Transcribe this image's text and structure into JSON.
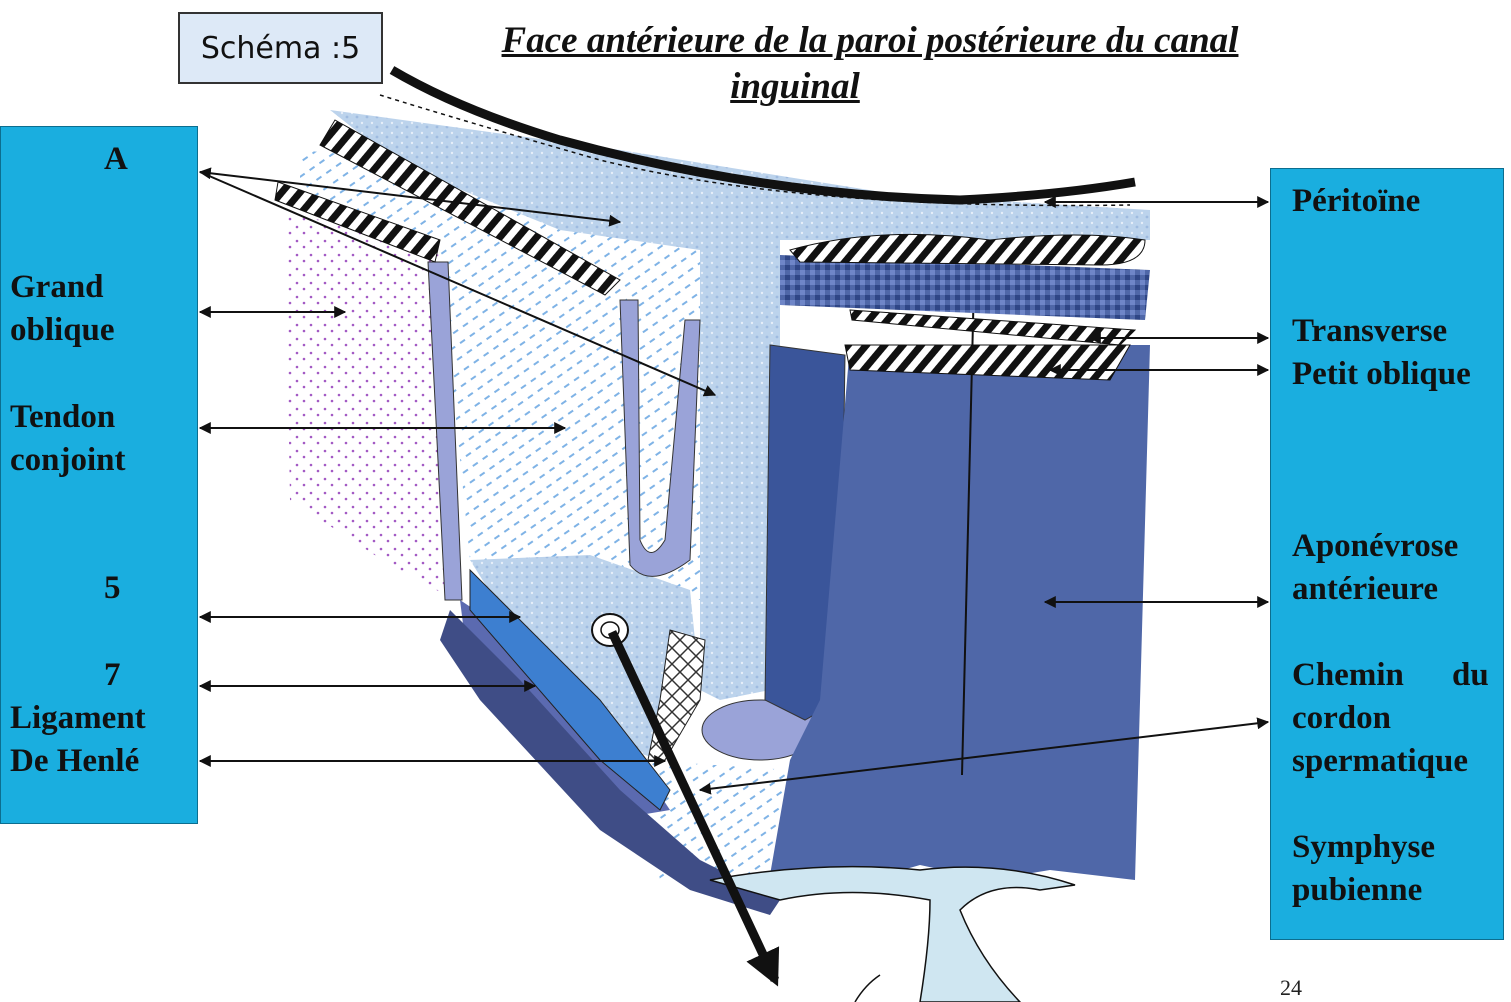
{
  "schema_label": "Schéma :5",
  "title": {
    "line1": "Face antérieure de la paroi postérieure du canal",
    "line2": "inguinal"
  },
  "left_labels": {
    "a": "A",
    "grand_oblique_1": "Grand",
    "grand_oblique_2": "oblique",
    "tendon_conjoint_1": "Tendon",
    "tendon_conjoint_2": "conjoint",
    "five": "5",
    "seven": "7",
    "ligament_henle_1": "Ligament",
    "ligament_henle_2": "De Henlé"
  },
  "right_labels": {
    "peritoine": "Péritoïne",
    "transverse": "Transverse",
    "petit_oblique": "Petit oblique",
    "aponevrose_1": "Aponévrose",
    "aponevrose_2": "antérieure",
    "chemin_1a": "Chemin",
    "chemin_1b": "du",
    "chemin_2": "cordon",
    "chemin_3": "spermatique",
    "symphyse_1": "Symphyse",
    "symphyse_2": "pubienne"
  },
  "page_number": "24",
  "colors": {
    "panel": "#1aaedf",
    "light_blue": "#bcd3ec",
    "mid_blue": "#4f67a8",
    "dark_blue": "#2d447f",
    "lavender": "#9aa3d8",
    "purple_dots": "#a35ac4"
  }
}
